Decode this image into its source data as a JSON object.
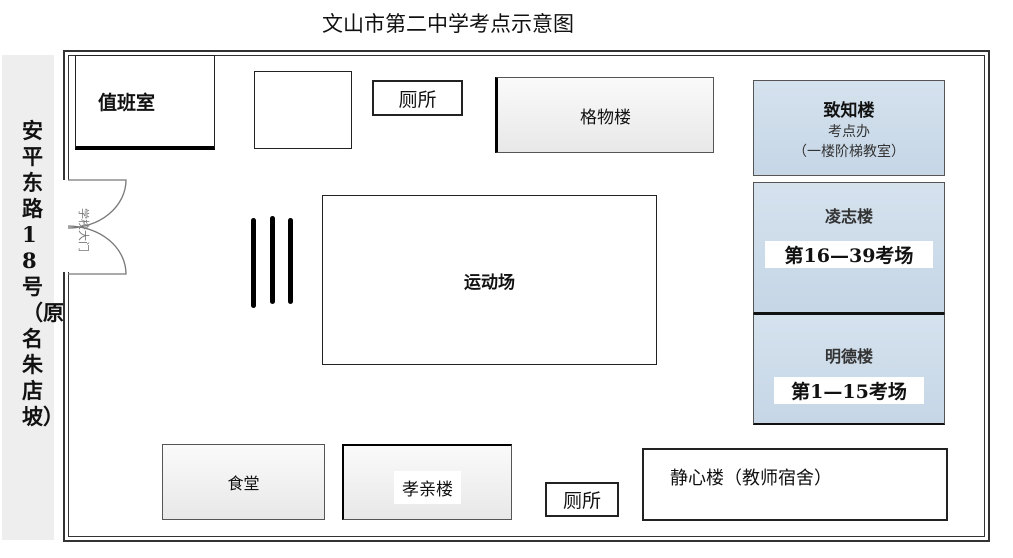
{
  "title": "文山市第二中学考点示意图",
  "road": "安平东路18号（原名朱店坡）",
  "gate": "学校大门",
  "buildings": {
    "duty": "值班室",
    "toilet_top": "厕所",
    "gewu": "格物楼",
    "zhizhi": {
      "name": "致知楼",
      "office": "考点办",
      "note": "（一楼阶梯教室）"
    },
    "lingzhi": {
      "name": "凌志楼",
      "rooms": "第16—39考场"
    },
    "mingde": {
      "name": "明德楼",
      "rooms": "第1—15考场"
    },
    "field": "运动场",
    "canteen": "食堂",
    "xiaoqin": "孝亲楼",
    "toilet_bottom": "厕所",
    "jingxin": "静心楼（教师宿舍）"
  }
}
